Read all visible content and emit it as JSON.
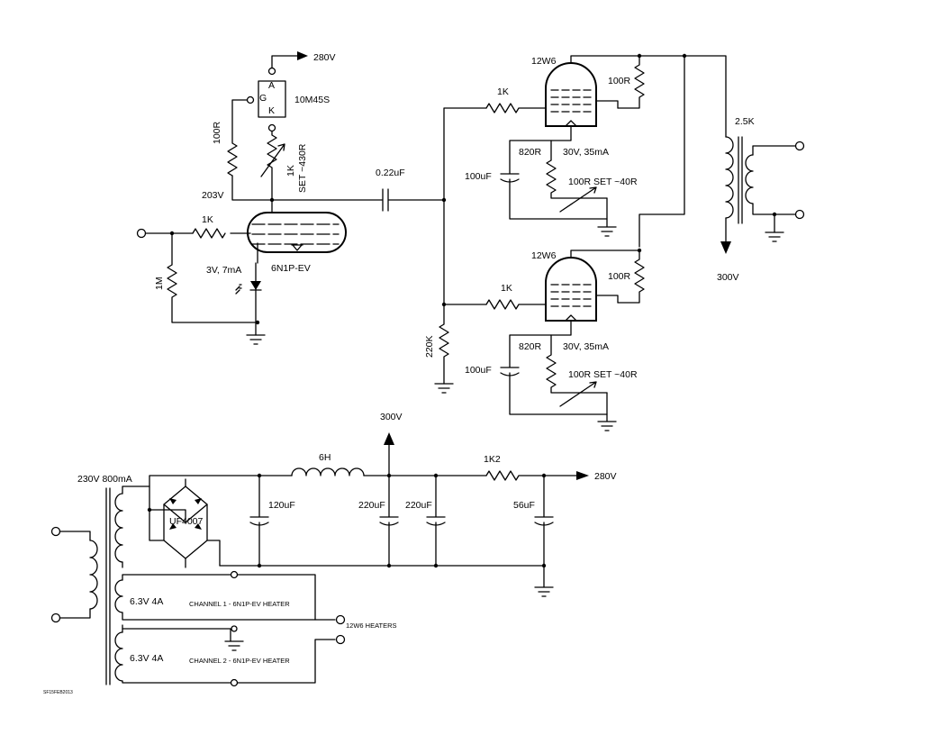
{
  "labels": {
    "v280_top": "280V",
    "sic_A": "A",
    "sic_G": "G",
    "sic_K": "K",
    "sic_part": "10M45S",
    "r100_gate": "100R",
    "pot_1k": "1K",
    "pot_set": "SET ~430R",
    "v203": "203V",
    "in_1k": "1K",
    "tube_6n1p": "6N1P-EV",
    "r1m": "1M",
    "led_bias": "3V, 7mA",
    "cap_022": "0.22uF",
    "tube1_name": "12W6",
    "tube1_grid_r": "1K",
    "tube1_screen_r": "100R",
    "tube1_cathode_r": "820R",
    "tube1_cap": "100uF",
    "tube1_bias": "30V, 35mA",
    "tube1_pot": "100R SET ~40R",
    "tube2_name": "12W6",
    "tube2_grid_r": "1K",
    "tube2_screen_r": "100R",
    "tube2_cathode_r": "820R",
    "tube2_cap": "100uF",
    "tube2_bias": "30V, 35mA",
    "tube2_pot": "100R SET ~40R",
    "r220k": "220K",
    "ot_2k5": "2.5K",
    "v300_out": "300V",
    "xfmr_primary": "230V 800mA",
    "bridge": "UF4007",
    "c120": "120uF",
    "choke_6h": "6H",
    "v300_psu": "300V",
    "c220a": "220uF",
    "c220b": "220uF",
    "r1k2": "1K2",
    "c56": "56uF",
    "v280_psu": "280V",
    "heater1": "6.3V 4A",
    "heater2": "6.3V 4A",
    "heater1_note": "CHANNEL 1 - 6N1P-EV HEATER",
    "heater2_note": "CHANNEL 2 - 6N1P-EV HEATER",
    "heaters_12w6": "12W6 HEATERS",
    "signature": "SF15FEB2013"
  }
}
